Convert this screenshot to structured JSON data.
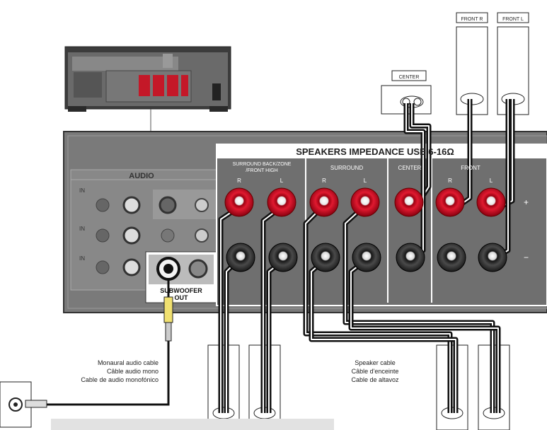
{
  "panel": {
    "speakers_header": "SPEAKERS    IMPEDANCE USE 6-16Ω",
    "audio_title": "AUDIO",
    "audio_rows": [
      "IN",
      "IN",
      "IN"
    ],
    "subwoofer_label_1": "SUBWOOFER",
    "subwoofer_label_2": "OUT",
    "surround_back_label_1": "SURROUND BACK/ZONE",
    "surround_back_label_2": "/FRONT HIGH",
    "surround_label": "SURROUND",
    "center_label": "CENTER",
    "front_label": "FRONT",
    "r": "R",
    "l": "L",
    "plus": "+",
    "minus": "−"
  },
  "top_boxes": {
    "center_box": "CENTER",
    "front_r_box": "FRONT R",
    "front_l_box": "FRONT L"
  },
  "captions": {
    "mono_cable": [
      "Monaural audio cable",
      "Câble audio mono",
      "Cable de audio monofónico"
    ],
    "speaker_cable": [
      "Speaker cable",
      "Câble d'enceinte",
      "Cable de altavoz"
    ]
  },
  "colors": {
    "panel_bg": "#787878",
    "terminal_red": "#d8122a",
    "terminal_black": "#3a3a3a",
    "cable": "#111111"
  }
}
